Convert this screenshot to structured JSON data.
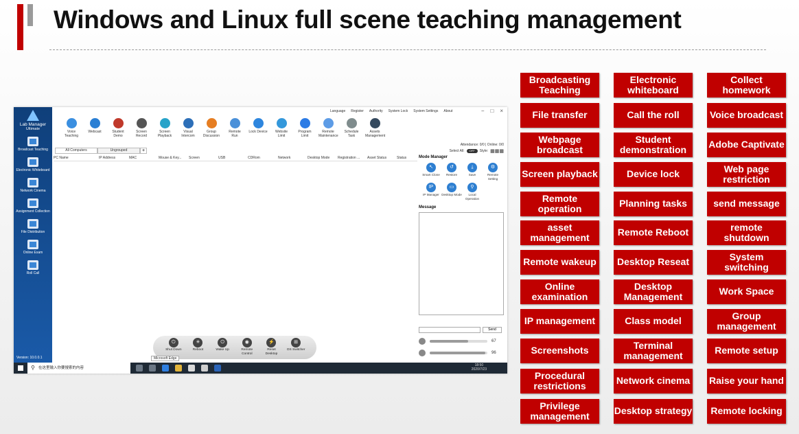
{
  "slide": {
    "title": "Windows and Linux full scene teaching management"
  },
  "app": {
    "logo": {
      "title": "Lab Manager",
      "subtitle": "Ultimate"
    },
    "sidebar": [
      {
        "label": "Broadcast Teaching"
      },
      {
        "label": "Electronic Whiteboard"
      },
      {
        "label": "Network Cinema"
      },
      {
        "label": "Assignment Collection"
      },
      {
        "label": "File Distribution"
      },
      {
        "label": "Online Exam"
      },
      {
        "label": "Roll Call"
      }
    ],
    "version": "Version: 10.0.0.1",
    "top_menu": [
      "Language",
      "Register",
      "Authority",
      "System Lock",
      "System Settings",
      "About"
    ],
    "window_controls": [
      "−",
      "□",
      "×"
    ],
    "toolbar": [
      {
        "label": "Voice Teaching",
        "icon": "headset-icon",
        "color": "#3b8fe0"
      },
      {
        "label": "Webcast",
        "icon": "wifi-icon",
        "color": "#2a7fd4"
      },
      {
        "label": "Student Demo",
        "icon": "student-icon",
        "color": "#c0392b"
      },
      {
        "label": "Screen Record",
        "icon": "camera-icon",
        "color": "#555555"
      },
      {
        "label": "Screen Playback",
        "icon": "playback-icon",
        "color": "#27a3c9"
      },
      {
        "label": "Visual Intercom",
        "icon": "intercom-icon",
        "color": "#2d6fb8"
      },
      {
        "label": "Group Discussion",
        "icon": "group-icon",
        "color": "#e67e22"
      },
      {
        "label": "Remote Run",
        "icon": "run-icon",
        "color": "#4a90d9"
      },
      {
        "label": "Lock Device",
        "icon": "lock-icon",
        "color": "#2e86de"
      },
      {
        "label": "Website Limit",
        "icon": "website-limit-icon",
        "color": "#3498db"
      },
      {
        "label": "Program Limit",
        "icon": "shield-icon",
        "color": "#2c7be5"
      },
      {
        "label": "Remote Maintenance",
        "icon": "maintenance-icon",
        "color": "#5d9ce6"
      },
      {
        "label": "Schedule Task",
        "icon": "schedule-icon",
        "color": "#7f8c8d"
      },
      {
        "label": "Assets Management",
        "icon": "assets-icon",
        "color": "#34495e"
      }
    ],
    "tabs": [
      "All Computers",
      "Ungrouped",
      "+"
    ],
    "attendance": "Attendance: 0/0 | Online: 0/0",
    "select_all": {
      "label": "Select All:",
      "toggle": "OFF",
      "style": "Style:"
    },
    "columns": [
      "PC Name",
      "IP Address",
      "MAC",
      "Mouse & Key...",
      "Screen",
      "USB",
      "CDRom",
      "Network",
      "Desktop Mode",
      "Registration ...",
      "Asset Status",
      "Status"
    ],
    "mode_manager": {
      "title": "Mode Manager",
      "items": [
        {
          "label": "Smart Clone",
          "icon": "smart-clone-icon"
        },
        {
          "label": "Restore",
          "icon": "restore-icon"
        },
        {
          "label": "Save",
          "icon": "save-icon"
        },
        {
          "label": "Remote Setting",
          "icon": "remote-setting-icon"
        },
        {
          "label": "IP Manager",
          "icon": "ip-manager-icon"
        },
        {
          "label": "Desktop Mode",
          "icon": "desktop-mode-icon"
        },
        {
          "label": "Local Operation",
          "icon": "local-operation-icon"
        }
      ],
      "message_title": "Message",
      "send_label": "Send"
    },
    "volume": {
      "speaker": 67,
      "mic": 96
    },
    "bottom_bar": [
      {
        "label": "Shut Down",
        "icon": "power-icon"
      },
      {
        "label": "Reboot",
        "icon": "reboot-icon"
      },
      {
        "label": "Wake Up",
        "icon": "wake-icon"
      },
      {
        "label": "Remote Control",
        "icon": "remote-control-icon"
      },
      {
        "label": "Reset Desktop",
        "icon": "reset-icon"
      },
      {
        "label": "OS Switcher",
        "icon": "os-switch-icon"
      }
    ],
    "tooltip": "Microsoft Edge",
    "taskbar": {
      "search_placeholder": "在这里输入你要搜索的内容",
      "time": "18:50",
      "date": "2020/7/23"
    }
  },
  "features": [
    "Broadcasting Teaching",
    "Electronic whiteboard",
    "Collect homework",
    "File transfer",
    "Call the roll",
    "Voice broadcast",
    "Webpage broadcast",
    "Student demonstration",
    "Adobe Captivate",
    "Screen playback",
    "Device lock",
    "Web page restriction",
    "Remote operation",
    "Planning tasks",
    "send message",
    "asset management",
    "Remote Reboot",
    "remote shutdown",
    "Remote wakeup",
    "Desktop Reseat",
    "System switching",
    "Online examination",
    "Desktop Management",
    "Work Space",
    "IP management",
    "Class model",
    "Group management",
    "Screenshots",
    "Terminal management",
    "Remote setup",
    "Procedural restrictions",
    "Network cinema",
    "Raise your hand",
    "Privilege management",
    "Desktop strategy",
    "Remote locking"
  ]
}
